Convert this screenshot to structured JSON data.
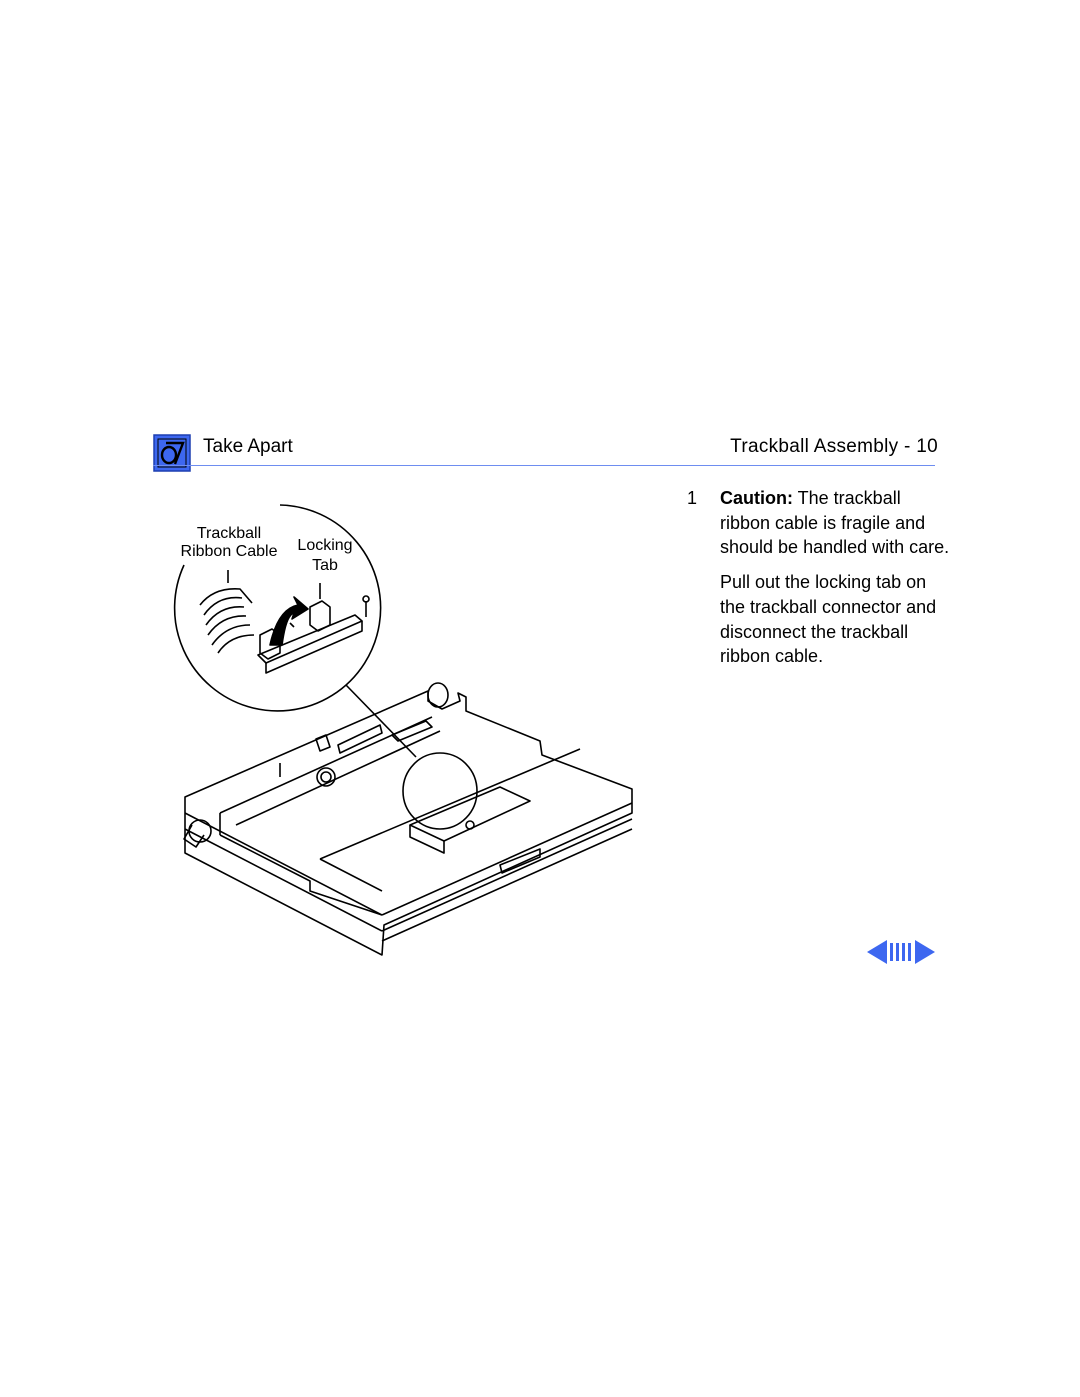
{
  "header": {
    "icon": "toolbox-icon",
    "section": "Take Apart",
    "title": "Trackball Assembly - 10",
    "accent_color": "#3d67f0"
  },
  "step": {
    "number": "1",
    "caution_label": "Caution:",
    "caution_text": " The trackball ribbon cable is fragile and should be handled with care.",
    "instruction": "Pull out the locking tab on the trackball connector and disconnect the trackball ribbon cable."
  },
  "illustration": {
    "callouts": {
      "ribbon_line1": "Trackball",
      "ribbon_line2": "Ribbon Cable",
      "tab_line1": "Locking",
      "tab_line2": "Tab"
    }
  },
  "navigation": {
    "icons": [
      "previous-arrow-icon",
      "page-bars-icon",
      "next-arrow-icon"
    ]
  }
}
